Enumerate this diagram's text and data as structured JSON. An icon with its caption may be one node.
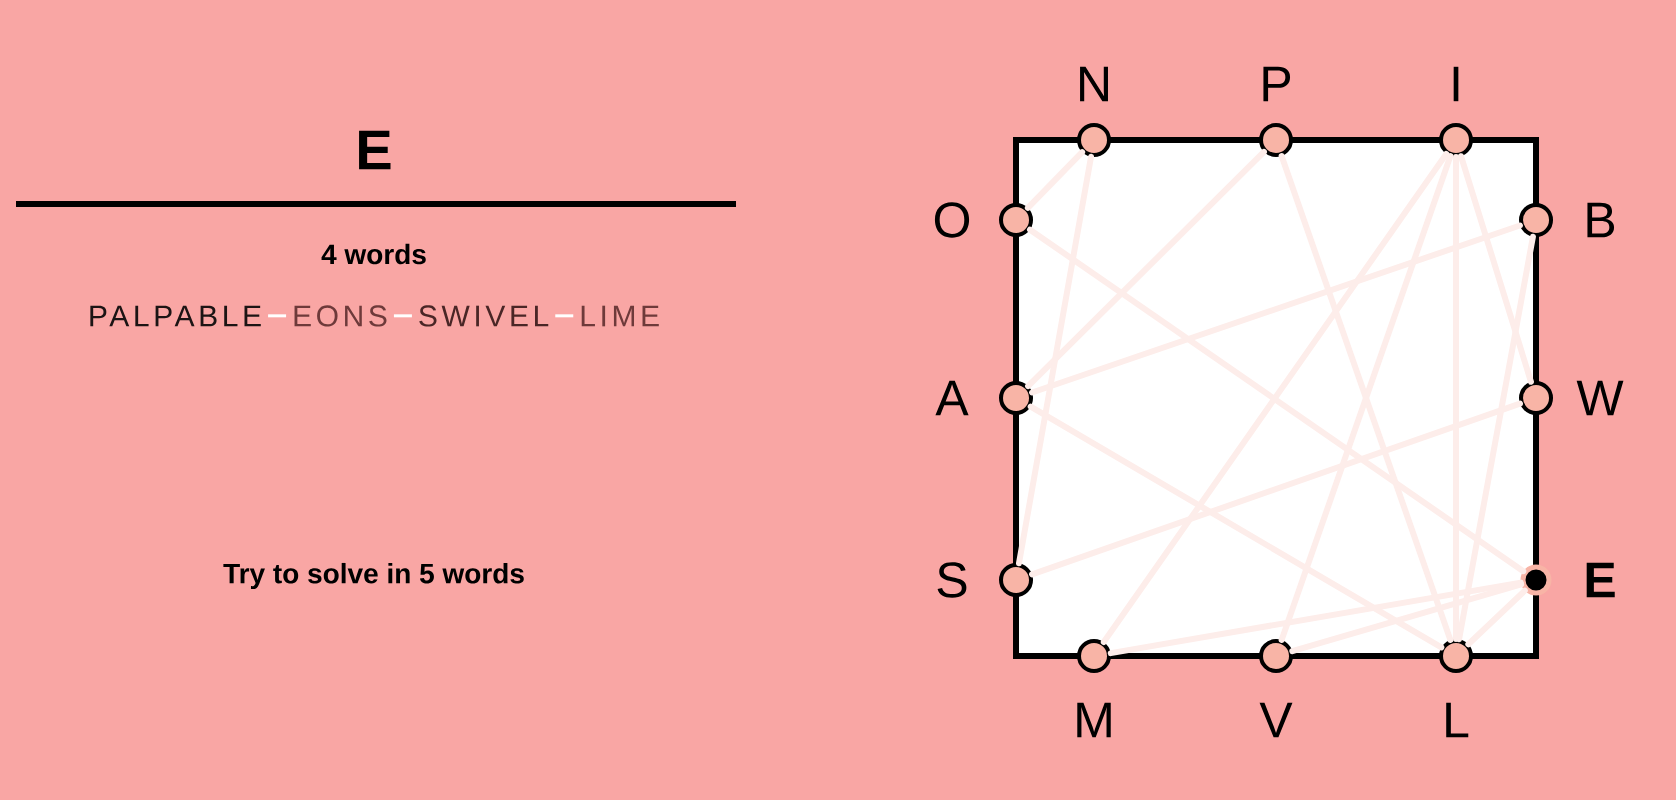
{
  "diagram": {
    "title": "E",
    "nodes": [
      {
        "text": [],
        "shape": "circle",
        "beside": [
          "N"
        ]
      },
      {
        "text": [],
        "shape": "circle",
        "beside": [
          "P"
        ]
      },
      {
        "text": [],
        "shape": "circle",
        "beside": [
          "I"
        ]
      },
      {
        "text": [],
        "shape": "circle",
        "beside": [
          "O"
        ]
      },
      {
        "text": [],
        "shape": "circle",
        "beside": [
          "B"
        ]
      },
      {
        "text": [],
        "shape": "circle",
        "beside": [
          "A"
        ]
      },
      {
        "text": [],
        "shape": "circle",
        "beside": [
          "W"
        ]
      },
      {
        "text": [],
        "shape": "circle",
        "beside": [
          "S"
        ]
      },
      {
        "text": [],
        "shape": "circle",
        "beside": [
          "E"
        ]
      },
      {
        "text": [],
        "shape": "circle",
        "beside": [
          "M"
        ]
      },
      {
        "text": [],
        "shape": "circle",
        "beside": [
          "V"
        ]
      },
      {
        "text": [],
        "shape": "circle",
        "beside": [
          "L"
        ]
      }
    ],
    "edges": [
      {
        "from": 1,
        "to": 5,
        "arrow": "none"
      },
      {
        "from": 5,
        "to": 11,
        "arrow": "none"
      },
      {
        "from": 11,
        "to": 1,
        "arrow": "none"
      },
      {
        "from": 5,
        "to": 4,
        "arrow": "none"
      },
      {
        "from": 4,
        "to": 11,
        "arrow": "none"
      },
      {
        "from": 11,
        "to": 8,
        "arrow": "none"
      },
      {
        "from": 8,
        "to": 3,
        "arrow": "none"
      },
      {
        "from": 3,
        "to": 0,
        "arrow": "none"
      },
      {
        "from": 0,
        "to": 7,
        "arrow": "none"
      },
      {
        "from": 7,
        "to": 6,
        "arrow": "none"
      },
      {
        "from": 6,
        "to": 2,
        "arrow": "none"
      },
      {
        "from": 2,
        "to": 10,
        "arrow": "none"
      },
      {
        "from": 10,
        "to": 8,
        "arrow": "none"
      },
      {
        "from": 11,
        "to": 2,
        "arrow": "none"
      },
      {
        "from": 2,
        "to": 9,
        "arrow": "none"
      },
      {
        "from": 9,
        "to": 8,
        "arrow": "none"
      }
    ],
    "labels": [
      "4 words",
      "PALPABLE",
      "EONS",
      "SWIVEL",
      "LIME",
      "Try to solve in 5 words"
    ]
  }
}
